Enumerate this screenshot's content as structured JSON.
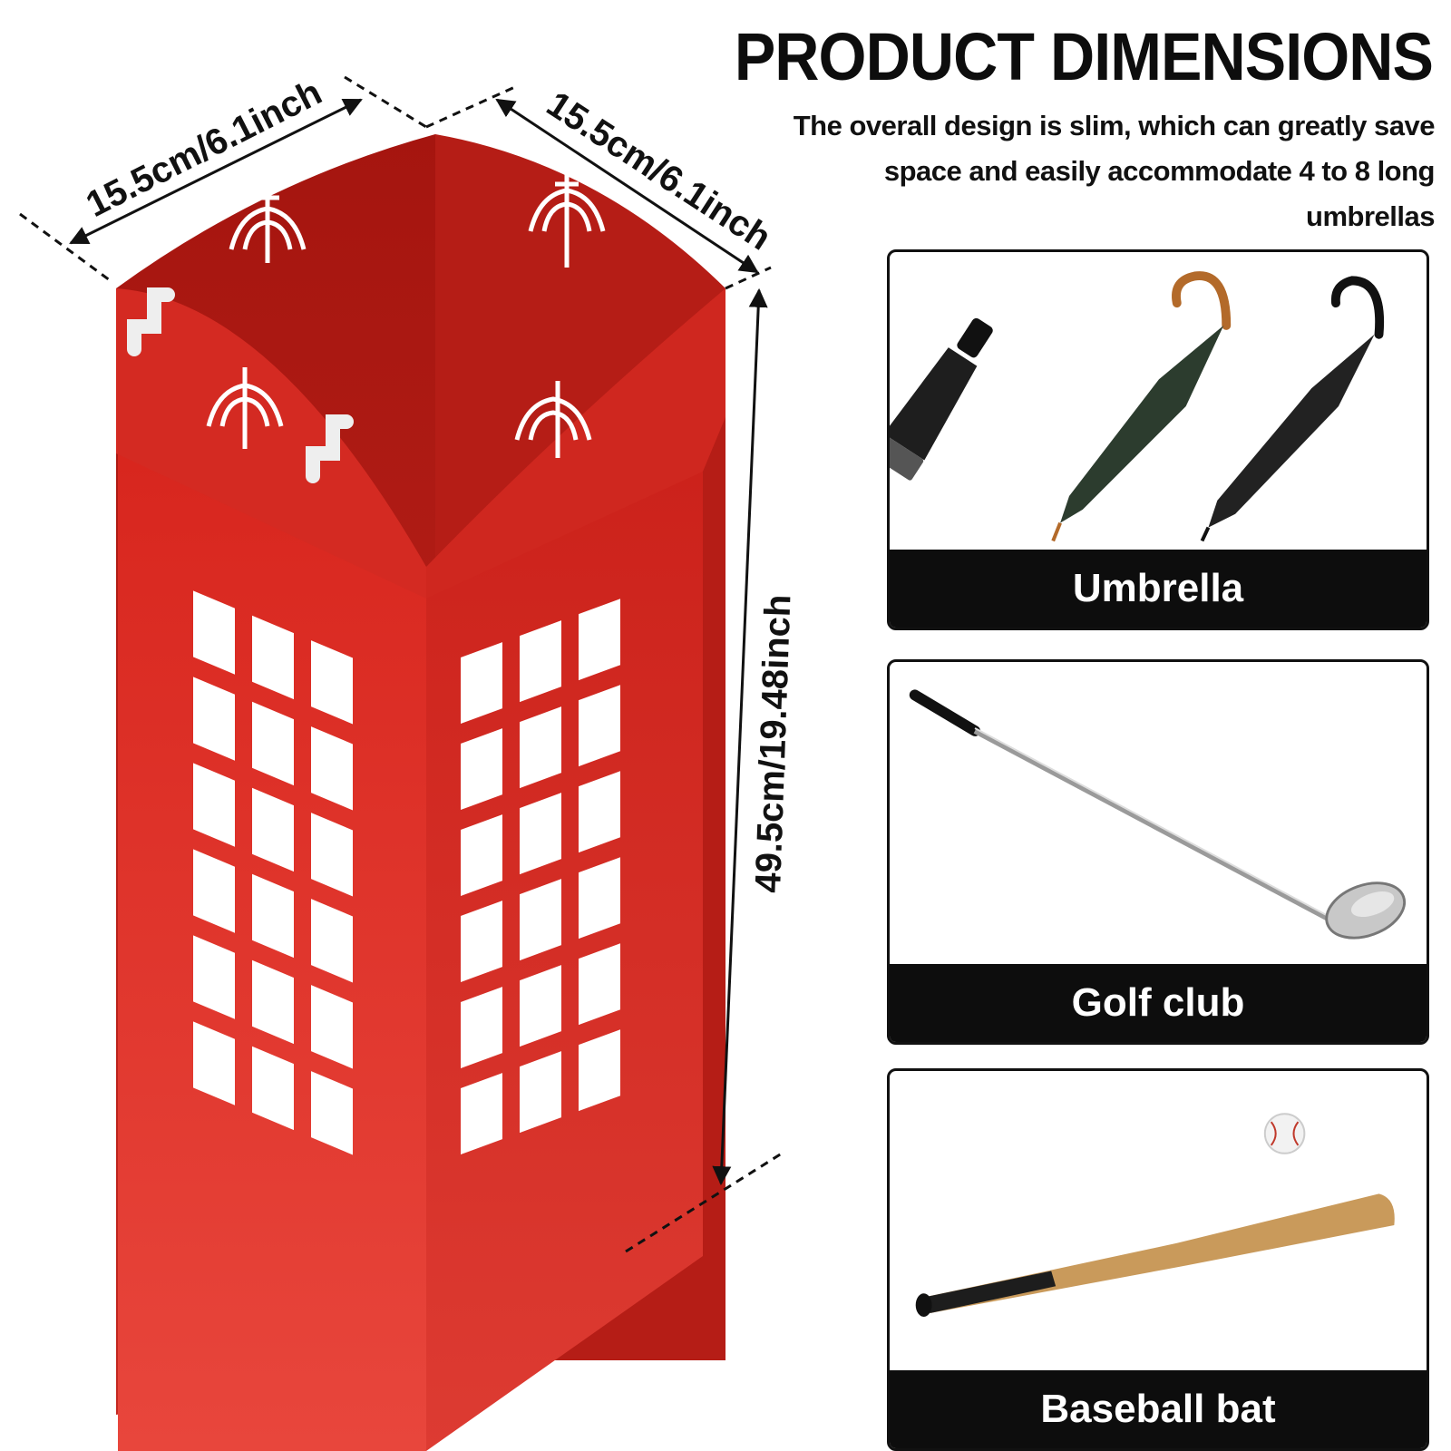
{
  "header": {
    "title": "PRODUCT DIMENSIONS",
    "subtitle": "The overall design is slim, which can greatly save space and easily accommodate 4 to 8 long umbrellas"
  },
  "dimensions": {
    "width_left": "15.5cm/6.1inch",
    "width_right": "15.5cm/6.1inch",
    "height": "49.5cm/19.48inch"
  },
  "panels": [
    {
      "label": "Umbrella",
      "icon": "umbrella-icon"
    },
    {
      "label": "Golf club",
      "icon": "golf-club-icon"
    },
    {
      "label": "Baseball bat",
      "icon": "baseball-bat-icon"
    }
  ],
  "colors": {
    "stand_red": "#e23a32",
    "stand_dark": "#b81e18",
    "text": "#111111",
    "label_bar": "#0d0d0d"
  }
}
